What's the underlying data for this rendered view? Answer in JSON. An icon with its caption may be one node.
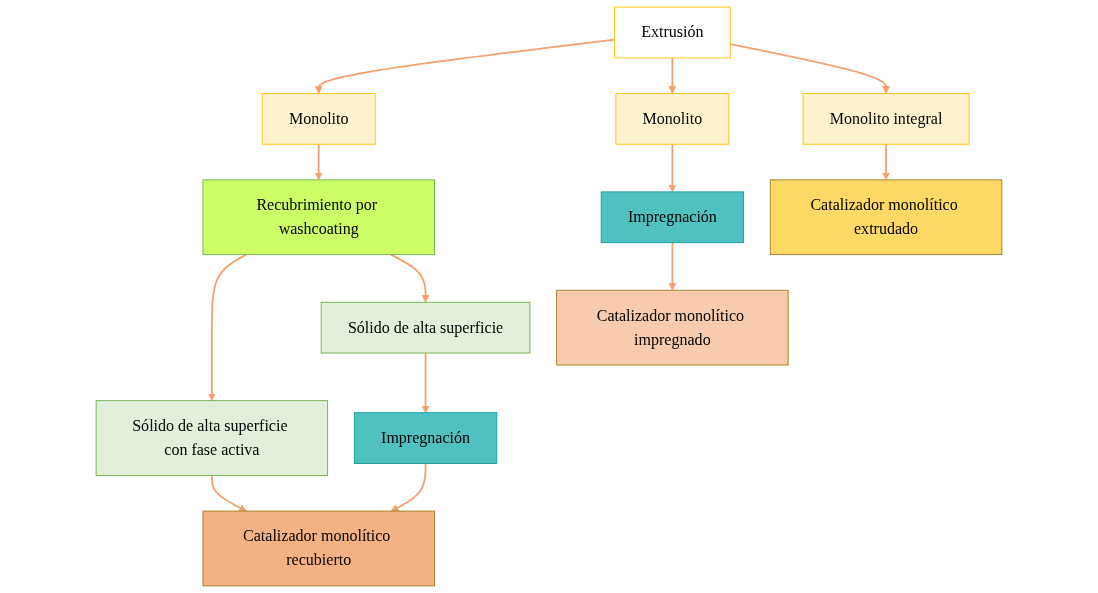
{
  "diagram": {
    "nodes": [
      {
        "text": [
          "Extrusión"
        ]
      },
      {
        "text": [
          "Monolito"
        ]
      },
      {
        "text": [
          "Monolito"
        ]
      },
      {
        "text": [
          "Monolito integral"
        ]
      },
      {
        "text": [
          "Recubrimiento por washcoating"
        ]
      },
      {
        "text": [
          "Sólido de alta superficie con fase activa"
        ]
      },
      {
        "text": [
          "Sólido de alta superficie"
        ]
      },
      {
        "text": [
          "Impregnación"
        ]
      },
      {
        "text": [
          "Impregnación"
        ]
      },
      {
        "text": [
          "Catalizador monolítico recubierto"
        ]
      },
      {
        "text": [
          "Catalizador monolítico impregnado"
        ]
      },
      {
        "text": [
          "Catalizador monolítico extrudado"
        ]
      }
    ],
    "edges": [
      {
        "from": 0,
        "to": 1,
        "arrow": "to"
      },
      {
        "from": 0,
        "to": 2,
        "arrow": "to"
      },
      {
        "from": 0,
        "to": 3,
        "arrow": "to"
      },
      {
        "from": 1,
        "to": 4,
        "arrow": "to"
      },
      {
        "from": 4,
        "to": 5,
        "arrow": "to"
      },
      {
        "from": 4,
        "to": 6,
        "arrow": "to"
      },
      {
        "from": 6,
        "to": 7,
        "arrow": "to"
      },
      {
        "from": 2,
        "to": 8,
        "arrow": "to"
      },
      {
        "from": 5,
        "to": 9,
        "arrow": "to"
      },
      {
        "from": 7,
        "to": 9,
        "arrow": "to"
      },
      {
        "from": 8,
        "to": 10,
        "arrow": "to"
      },
      {
        "from": 3,
        "to": 11,
        "arrow": "to"
      }
    ]
  }
}
